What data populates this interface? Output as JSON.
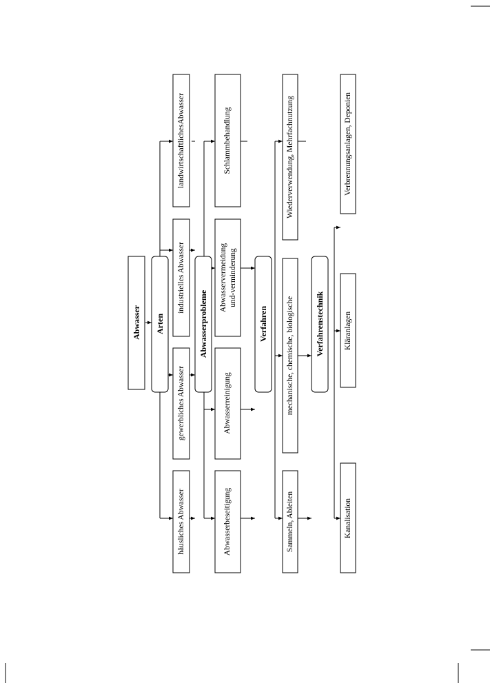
{
  "diagram": {
    "root": "Abwasser",
    "categories": {
      "arten": "Arten",
      "probleme": "Abwasserprobleme",
      "verfahren": "Verfahren",
      "technik": "Verfahrenstechnik"
    },
    "arten_items": [
      "häusliches Abwasser",
      "gewerbliches Abwasser",
      "industrielles Abwasser",
      "landwirtschaftlichesAbwasser"
    ],
    "probleme_items": [
      "Abwasserbeseitigung",
      "Abwasserreinigung",
      "Abwasservermeidung",
      "und-verminderung",
      "Schlammbehandlung"
    ],
    "verfahren_items": [
      "Sammeln, Ableiten",
      "mechanische, chemische, biologische",
      "Wiederverwendung, Mehrfachnutzung"
    ],
    "technik_items": [
      "Kanalisation",
      "Kläranlagen",
      "Verbrennungsanlagen, Deponien"
    ]
  }
}
